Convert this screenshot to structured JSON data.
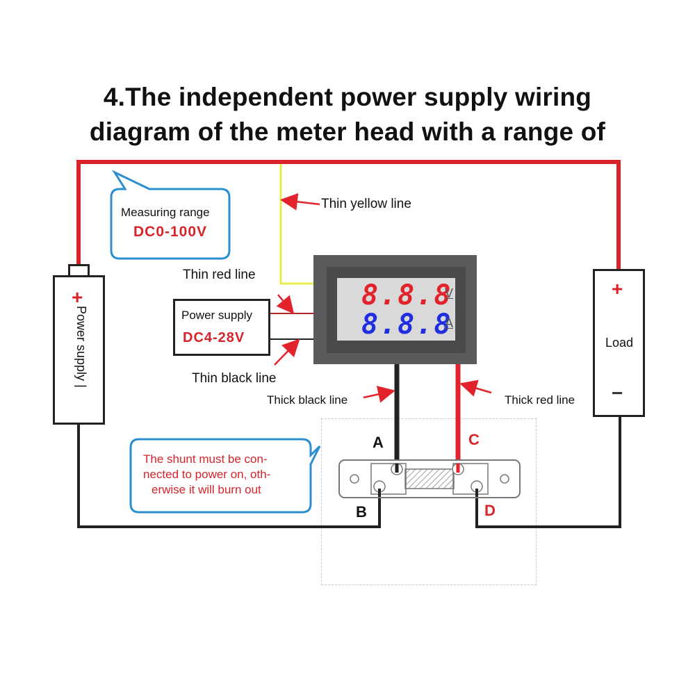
{
  "title": {
    "line1": "4.The independent power supply wiring",
    "line2": "diagram of the meter head with a range of"
  },
  "measuring_range": {
    "label": "Measuring range",
    "value": "DC0-100V"
  },
  "meter_power_supply": {
    "label": "Power supply",
    "value": "DC4-28V"
  },
  "wire_labels": {
    "thin_yellow": "Thin yellow line",
    "thin_red": "Thin red line",
    "thin_black": "Thin black line",
    "thick_black": "Thick black line",
    "thick_red": "Thick red line"
  },
  "meter": {
    "voltage_display": "8.8.8",
    "current_display": "8.8.8",
    "voltage_unit": "V",
    "current_unit": "A"
  },
  "main_power_supply": {
    "plus": "+",
    "label": "Power supply",
    "minus": "|"
  },
  "load": {
    "plus": "+",
    "label": "Load",
    "minus": "−"
  },
  "shunt": {
    "terminals": [
      "A",
      "B",
      "C",
      "D"
    ],
    "warning": [
      "The shunt must be con-",
      "nected to power on, oth-",
      "erwise it will burn out"
    ]
  },
  "colors": {
    "red_wire": "#d8232a",
    "black_wire": "#222222",
    "yellow_wire": "#e8ec4a",
    "bubble_border": "#2a8fd0",
    "voltage_digits": "#e3232c",
    "current_digits": "#1f2fe0"
  }
}
